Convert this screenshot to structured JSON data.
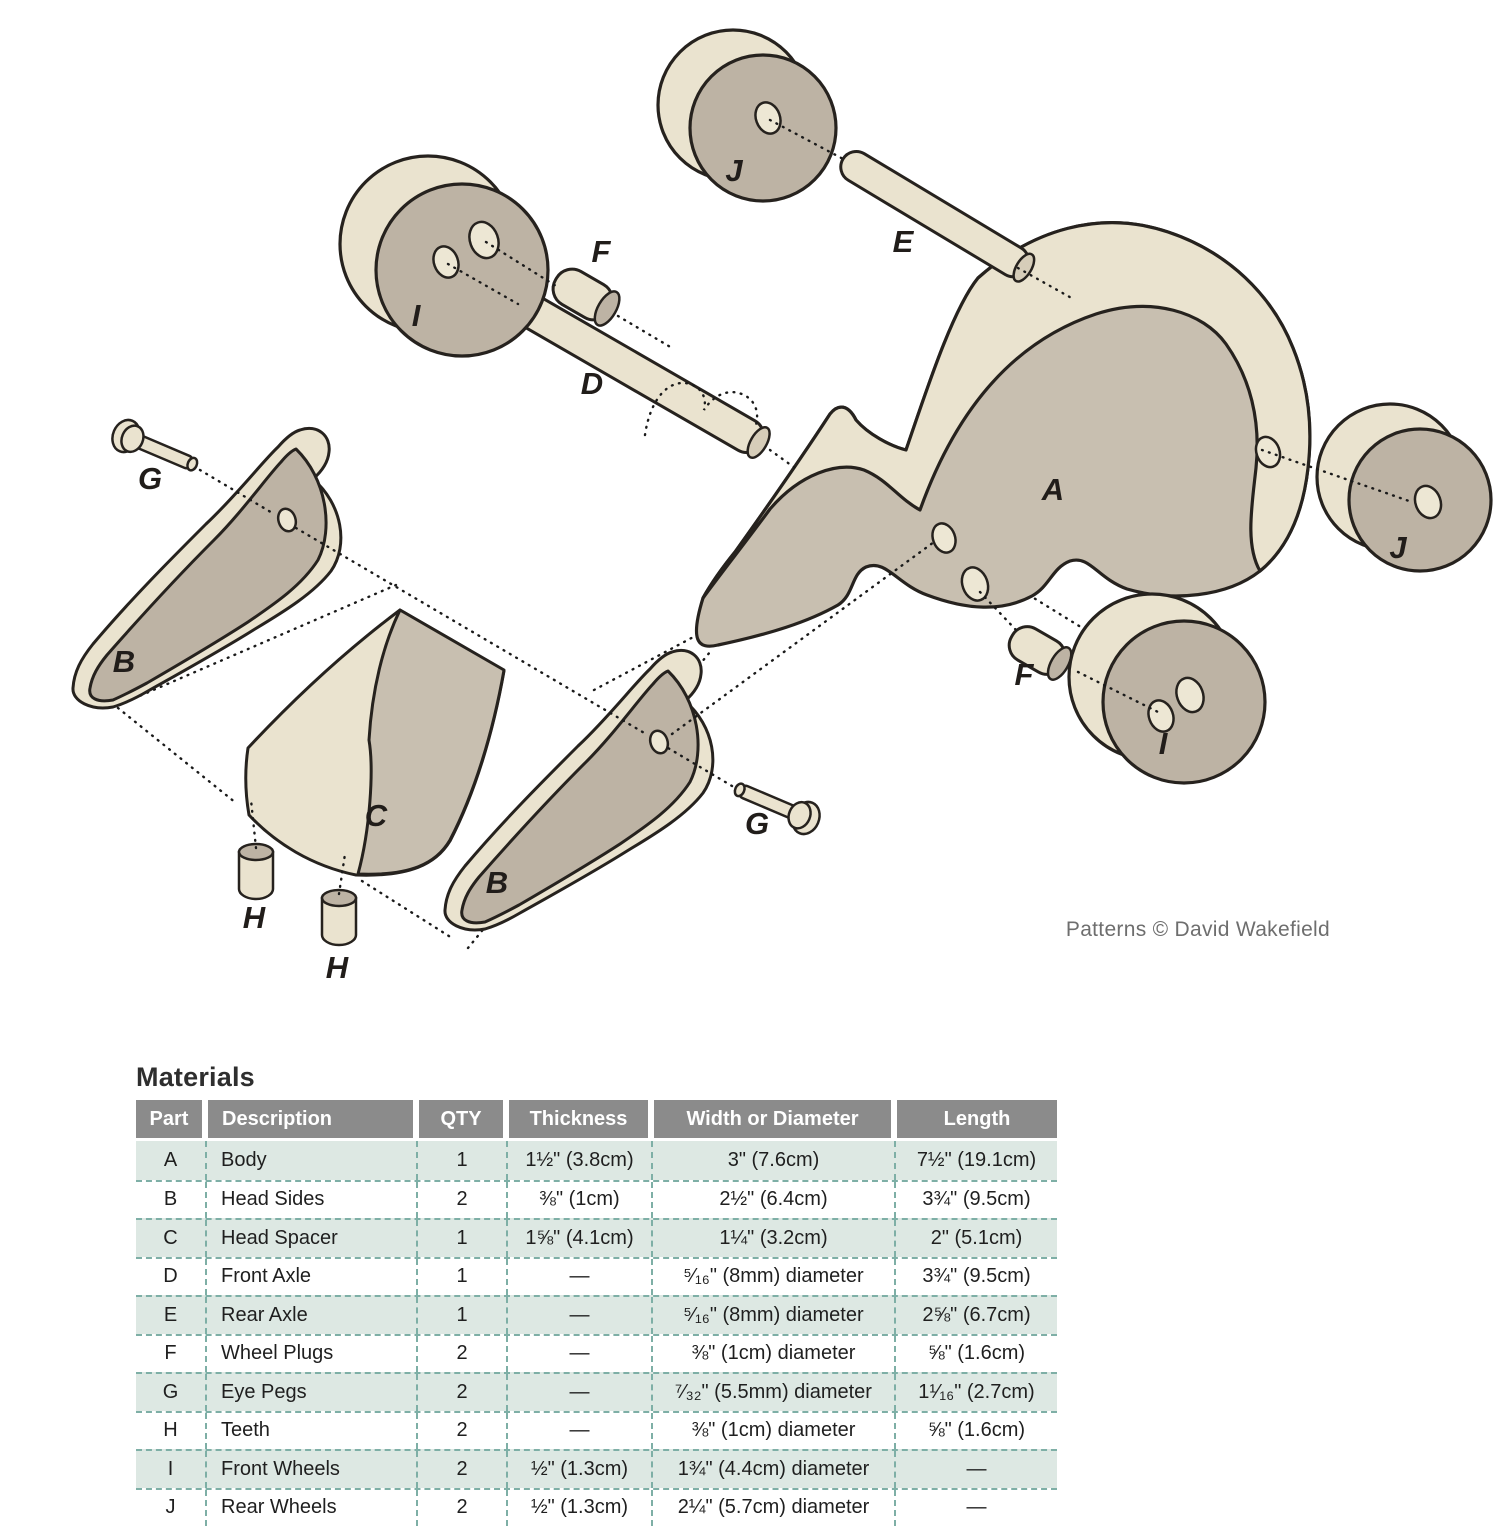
{
  "diagram": {
    "title_hint": "exploded-view toy plan",
    "part_labels": {
      "body": "A",
      "head_side": "B",
      "head_spacer": "C",
      "front_axle": "D",
      "rear_axle": "E",
      "wheel_plug": "F",
      "eye_peg": "G",
      "tooth": "H",
      "front_wheel": "I",
      "rear_wheel": "J"
    },
    "attribution": "Patterns © David Wakefield",
    "colors": {
      "wood_cream": "#eae3cf",
      "wood_grey": "#bdb3a4",
      "wood_grey_light": "#c8bfb0",
      "outline": "#26221e",
      "table_header_grey": "#8b8b8b",
      "table_row_green": "#dde8e3",
      "table_dash_teal": "#7eafa6"
    }
  },
  "materials": {
    "heading": "Materials",
    "columns": [
      "Part",
      "Description",
      "QTY",
      "Thickness",
      "Width or Diameter",
      "Length"
    ],
    "rows": [
      {
        "part": "A",
        "description": "Body",
        "qty": "1",
        "thickness": "1½\" (3.8cm)",
        "width": "3\" (7.6cm)",
        "length": "7½\" (19.1cm)"
      },
      {
        "part": "B",
        "description": "Head Sides",
        "qty": "2",
        "thickness": "⅜\" (1cm)",
        "width": "2½\" (6.4cm)",
        "length": "3¾\" (9.5cm)"
      },
      {
        "part": "C",
        "description": "Head Spacer",
        "qty": "1",
        "thickness": "1⅝\" (4.1cm)",
        "width": "1¼\" (3.2cm)",
        "length": "2\" (5.1cm)"
      },
      {
        "part": "D",
        "description": "Front Axle",
        "qty": "1",
        "thickness": "—",
        "width": "⁵⁄₁₆\" (8mm) diameter",
        "length": "3¾\" (9.5cm)"
      },
      {
        "part": "E",
        "description": "Rear Axle",
        "qty": "1",
        "thickness": "—",
        "width": "⁵⁄₁₆\" (8mm) diameter",
        "length": "2⅝\" (6.7cm)"
      },
      {
        "part": "F",
        "description": "Wheel Plugs",
        "qty": "2",
        "thickness": "—",
        "width": "⅜\" (1cm) diameter",
        "length": "⅝\" (1.6cm)"
      },
      {
        "part": "G",
        "description": "Eye Pegs",
        "qty": "2",
        "thickness": "—",
        "width": "⁷⁄₃₂\" (5.5mm) diameter",
        "length": "1¹⁄₁₆\" (2.7cm)"
      },
      {
        "part": "H",
        "description": "Teeth",
        "qty": "2",
        "thickness": "—",
        "width": "⅜\" (1cm) diameter",
        "length": "⅝\" (1.6cm)"
      },
      {
        "part": "I",
        "description": "Front Wheels",
        "qty": "2",
        "thickness": "½\" (1.3cm)",
        "width": "1¾\" (4.4cm) diameter",
        "length": "—"
      },
      {
        "part": "J",
        "description": "Rear Wheels",
        "qty": "2",
        "thickness": "½\" (1.3cm)",
        "width": "2¼\" (5.7cm) diameter",
        "length": "—"
      }
    ]
  }
}
